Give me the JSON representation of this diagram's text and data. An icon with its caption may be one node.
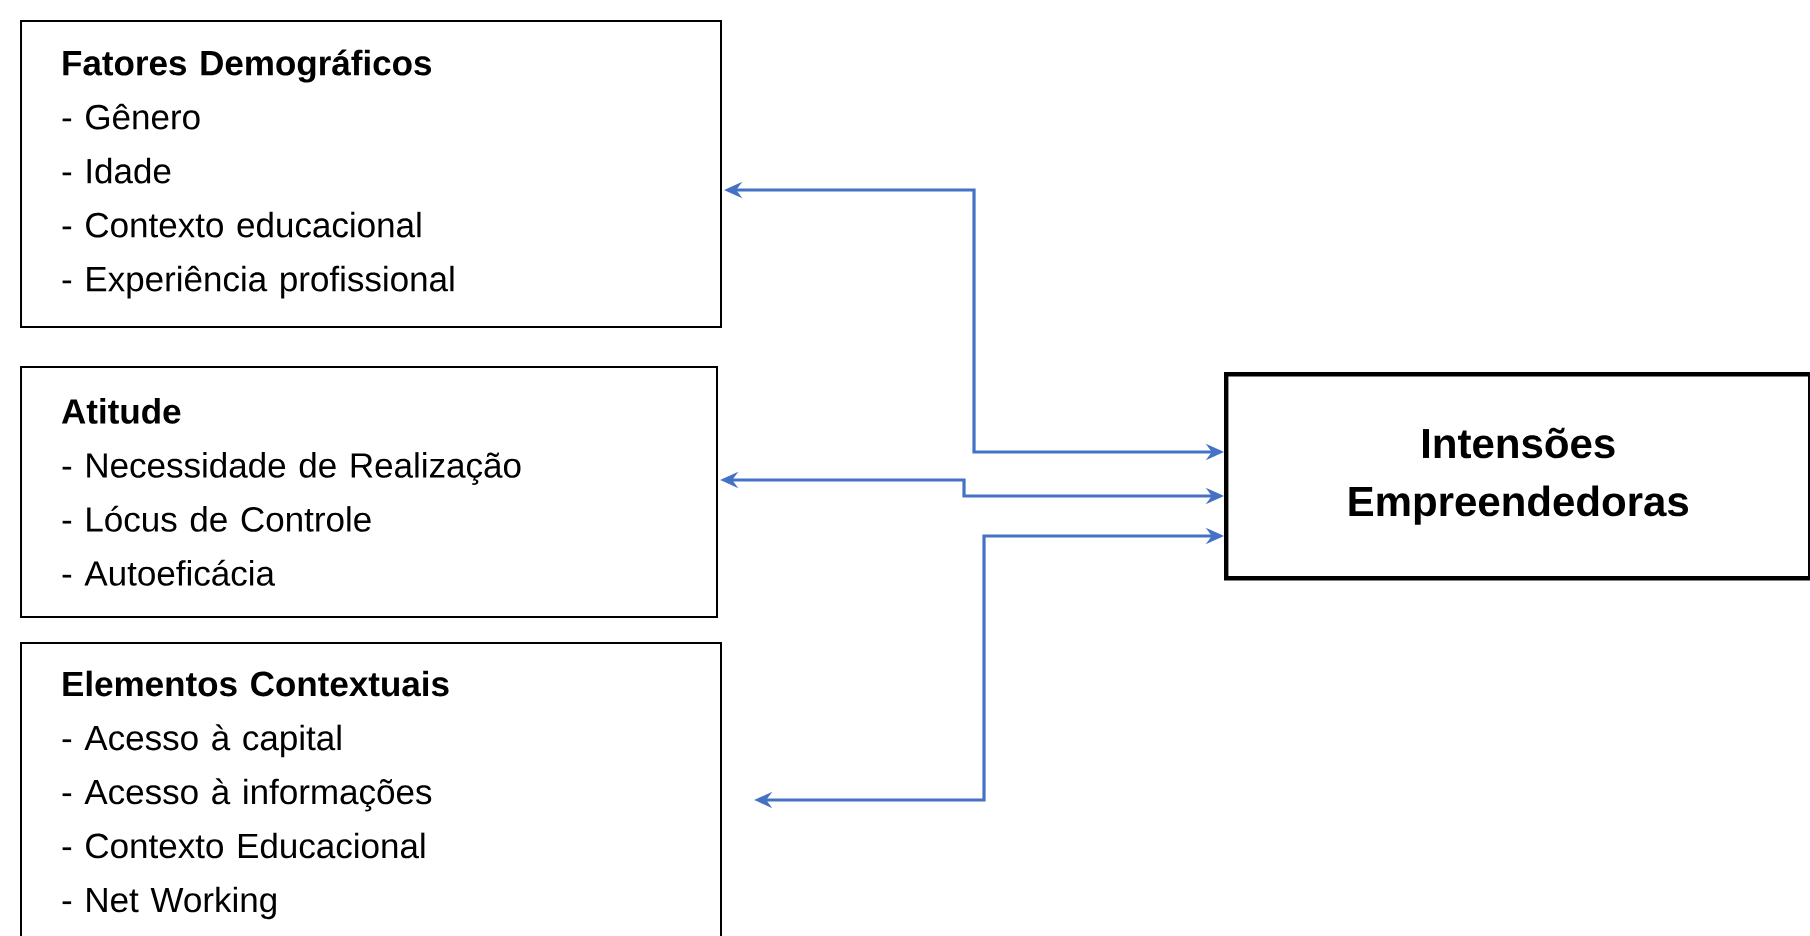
{
  "diagram": {
    "nodes": [
      {
        "text": [
          "Fatores Demográficos",
          "- Gênero",
          "- Idade",
          "- Contexto educacional",
          "- Experiência profissional"
        ]
      },
      {
        "text": [
          "Atitude",
          "- Necessidade de Realização",
          "- Lócus de Controle",
          "- Autoeficácia"
        ]
      },
      {
        "text": [
          "Elementos Contextuais",
          "- Acesso à capital",
          "- Acesso à informações",
          "- Contexto Educacional",
          "- Net Working"
        ]
      },
      {
        "text": [
          "Intensões Empreendedoras"
        ]
      }
    ],
    "edges": [
      {
        "from": 0,
        "to": 3,
        "arrow": "both"
      },
      {
        "from": 1,
        "to": 3,
        "arrow": "both"
      },
      {
        "from": 2,
        "to": 3,
        "arrow": "both"
      }
    ]
  }
}
